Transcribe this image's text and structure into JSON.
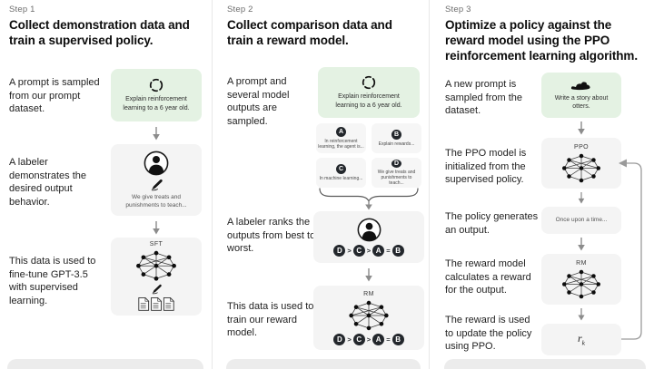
{
  "figure": "RLHF training pipeline diagram",
  "colors": {
    "prompt_box_green": "#e4f2e3",
    "diagram_box_gray": "#f4f4f4",
    "badge_dark": "#23272c",
    "divider_gray": "#e8e8e8",
    "bottom_strip_gray": "#ececec"
  },
  "steps": {
    "step1": {
      "label": "Step 1",
      "title": "Collect demonstration data and train a supervised policy.",
      "captions": {
        "prompt": "A prompt is sampled from our prompt dataset.",
        "labeler": "A labeler demonstrates the desired output behavior.",
        "finetune": "This data is used to fine-tune GPT-3.5 with supervised learning."
      },
      "prompt_box": "Explain reinforcement learning to a 6 year old.",
      "labeler_box": "We give treats and punishments to teach...",
      "sft_label": "SFT",
      "icons": [
        "refresh-cycle",
        "person",
        "pen",
        "network",
        "documents"
      ]
    },
    "step2": {
      "label": "Step 2",
      "title": "Collect comparison data and train a reward model.",
      "captions": {
        "sampled": "A prompt and several model outputs are sampled.",
        "ranks": "A labeler ranks the outputs from best to worst.",
        "train": "This data is used to train our reward model."
      },
      "prompt_box": "Explain reinforcement learning to a 6 year old.",
      "outputs": [
        {
          "id": "A",
          "text": "In reinforcement learning, the agent is..."
        },
        {
          "id": "B",
          "text": "Explain rewards..."
        },
        {
          "id": "C",
          "text": "In machine learning..."
        },
        {
          "id": "D",
          "text": "We give treats and punishments to teach..."
        }
      ],
      "ranking": [
        "D",
        ">",
        "C",
        ">",
        "A",
        "=",
        "B"
      ],
      "rm_label": "RM",
      "icons": [
        "refresh-cycle",
        "person",
        "underbrace",
        "network"
      ]
    },
    "step3": {
      "label": "Step 3",
      "title": "Optimize a policy against the reward model using the PPO reinforcement learning algorithm.",
      "captions": {
        "prompt": "A new prompt is sampled from the dataset.",
        "ppo_init": "The PPO model is initialized from the supervised policy.",
        "generates": "The policy generates an output.",
        "reward_calc": "The reward model calculates a reward for the output.",
        "update": "The reward is used to update the policy using PPO."
      },
      "prompt_box": "Write a story about otters.",
      "ppo_label": "PPO",
      "output_box": "Once upon a time...",
      "rm_label": "RM",
      "reward_label": "r",
      "reward_sub": "k",
      "icons": [
        "otter",
        "network",
        "loop-arrow"
      ]
    }
  }
}
